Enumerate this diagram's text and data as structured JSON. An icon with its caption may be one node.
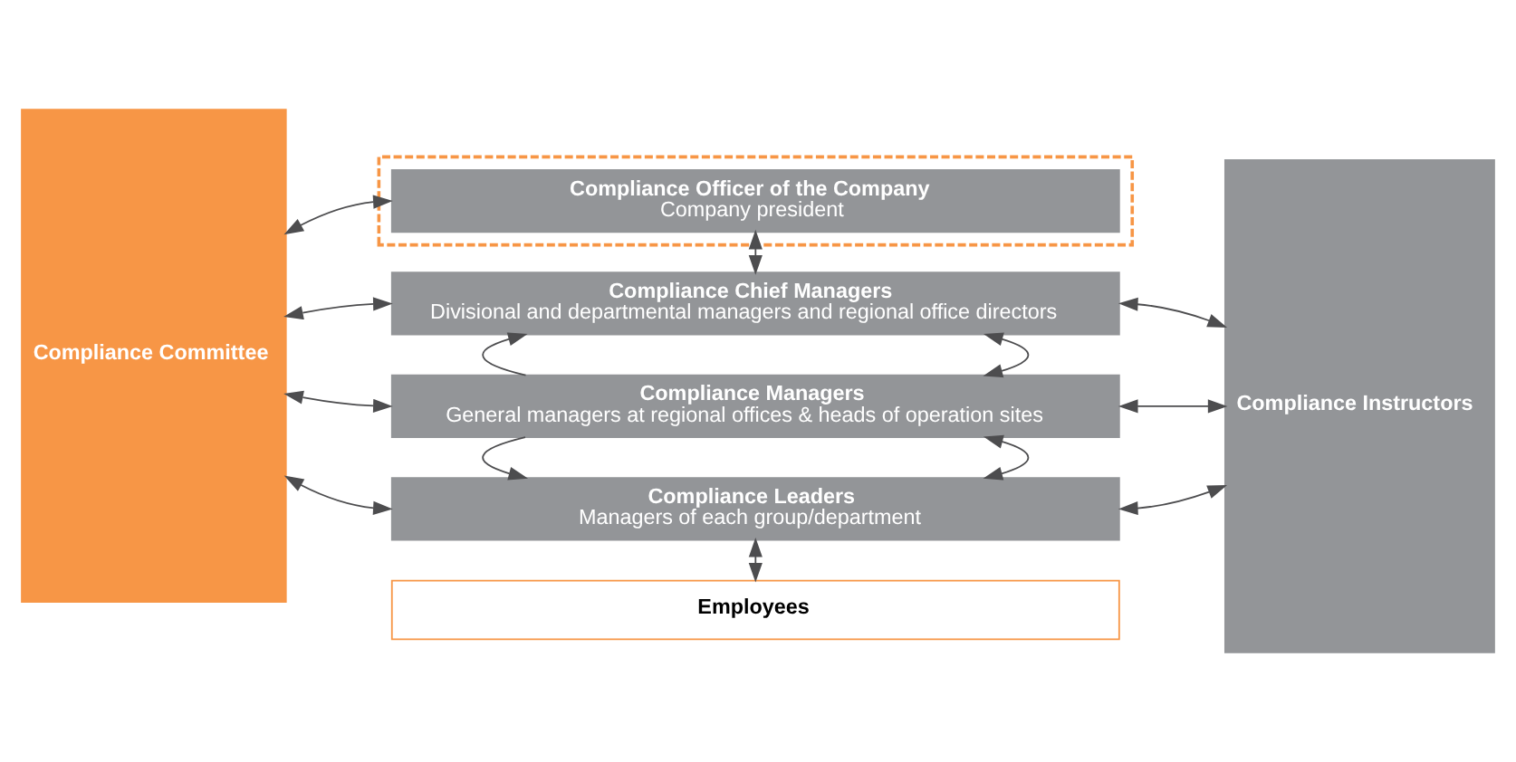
{
  "diagram": {
    "nodes": [
      {
        "text": [
          "Compliance Committee"
        ]
      },
      {
        "text": [],
        "shape": "box"
      },
      {
        "text": [
          "Compliance Officer of the Company",
          "Company president"
        ],
        "in": 1
      },
      {
        "text": [
          "Compliance Chief Managers",
          "Divisional and departmental managers and regional office directors"
        ]
      },
      {
        "text": [
          "Compliance Managers",
          "General managers at regional offices & heads of operation sites"
        ]
      },
      {
        "text": [
          "Compliance Leaders",
          "Managers of each group/department"
        ]
      },
      {
        "text": [
          "Employees"
        ]
      },
      {
        "text": [
          "Compliance Instructors"
        ]
      }
    ],
    "edges": [
      {
        "from": 0,
        "to": 2,
        "arrow": "both"
      },
      {
        "from": 2,
        "to": 3,
        "arrow": "both"
      },
      {
        "from": 0,
        "to": 3,
        "arrow": "both"
      },
      {
        "from": 3,
        "to": 7,
        "arrow": "both"
      },
      {
        "from": 3,
        "to": 4,
        "arrow": "both"
      },
      {
        "from": 4,
        "to": 3,
        "arrow": "to"
      },
      {
        "from": 0,
        "to": 4,
        "arrow": "both"
      },
      {
        "from": 4,
        "to": 7,
        "arrow": "both"
      },
      {
        "from": 4,
        "to": 5,
        "arrow": "both"
      },
      {
        "from": 4,
        "to": 5,
        "arrow": "to"
      },
      {
        "from": 0,
        "to": 5,
        "arrow": "both"
      },
      {
        "from": 5,
        "to": 7,
        "arrow": "both"
      },
      {
        "from": 5,
        "to": 6,
        "arrow": "both"
      }
    ]
  }
}
